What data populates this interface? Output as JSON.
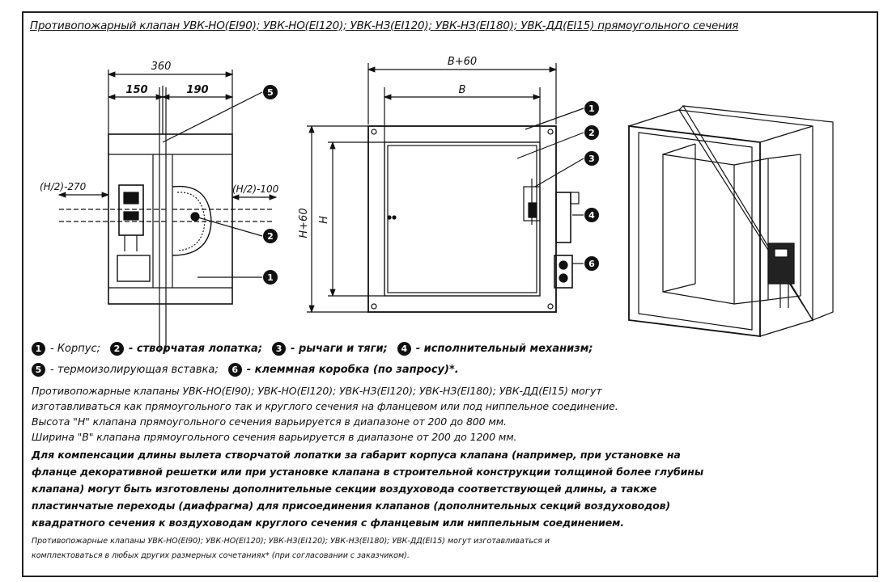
{
  "title": "Противопожарный клапан УВК-НО(EI90); УВК-НО(EI120); УВК-НЗ(EI120); УВК-НЗ(EI180); УВК-ДД(EI15) прямоугольного сечения",
  "dims": {
    "d360": "360",
    "d150": "150",
    "d190": "190",
    "h2_270": "(H/2)-270",
    "h2_100": "(H/2)-100",
    "b60": "B+60",
    "b": "B",
    "h60": "H+60",
    "h": "H"
  },
  "callouts": [
    "1",
    "2",
    "3",
    "4",
    "5",
    "6"
  ],
  "legend": {
    "row1": [
      {
        "num": "1",
        "text": "- Корпус;"
      },
      {
        "num": "2",
        "text": "- створчатая лопатка;"
      },
      {
        "num": "3",
        "text": "- рычаги и тяги;"
      },
      {
        "num": "4",
        "text": "- исполнительный механизм;"
      }
    ],
    "row2": [
      {
        "num": "5",
        "text": "- термоизолирующая вставка;"
      },
      {
        "num": "6",
        "text": "- клеммная коробка (по запросу)*."
      }
    ]
  },
  "paragraphs": [
    "Противопожарные клапаны УВК-НО(EI90); УВК-НО(EI120); УВК-НЗ(EI120); УВК-НЗ(EI180); УВК-ДД(EI15) могут",
    "изготавливаться как прямоугольного так и круглого сечения на фланцевом или под ниппельное соединение.",
    "Высота \"Н\" клапана прямоугольного сечения варьируется в диапазоне от 200 до 800 мм.",
    "Ширина \"В\" клапана прямоугольного сечения варьируется в диапазоне  от 200 до 1200 мм."
  ],
  "bold_paragraphs": [
    "Для компенсации длины вылета створчатой лопатки за габарит корпуса клапана (например, при установке на",
    "фланце декоративной решетки или при установке клапана в строительной конструкции толщиной более глубины",
    "клапана) могут быть изготовлены дополнительные секции воздуховода соответствующей длины, а также",
    "пластинчатые переходы (диафрагма) для присоединения клапанов (дополнительных секций воздуховодов)",
    "квадратного сечения к воздуховодам круглого сечения с фланцевым или ниппельным соединением."
  ],
  "footnote": [
    "Противопожарные клапаны УВК-НО(EI90); УВК-НО(EI120); УВК-НЗ(EI120); УВК-НЗ(EI180); УВК-ДД(EI15)  могут изготавливаться и",
    "комплектоваться в любых других размерных сочетаниях* (при согласовании с заказчиком)."
  ]
}
